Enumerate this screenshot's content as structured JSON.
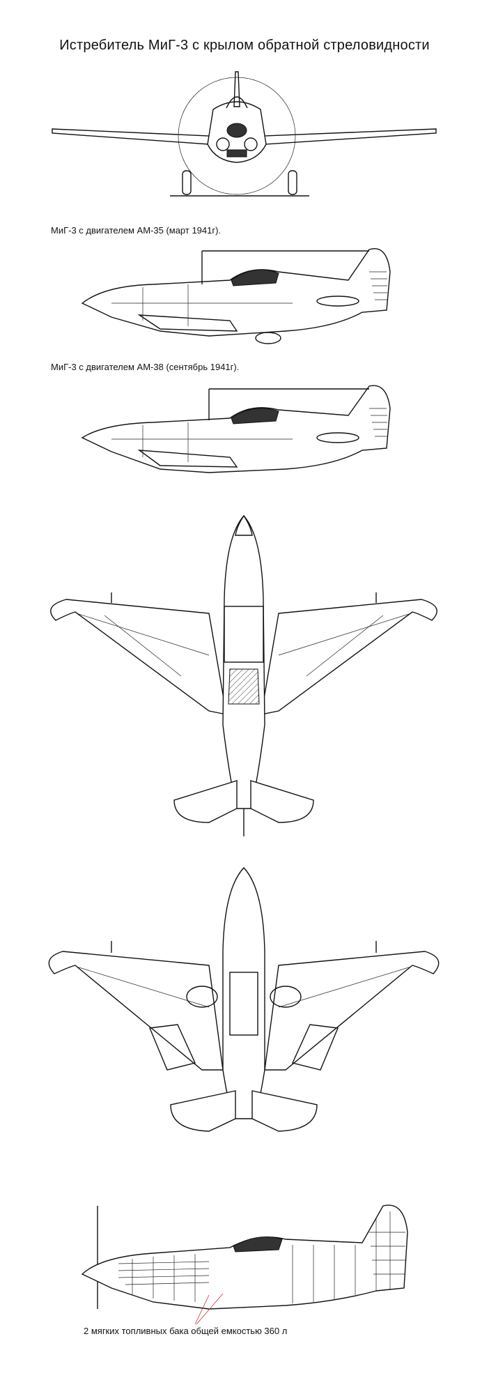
{
  "title": "Истребитель МиГ-3 с крылом обратной стреловидности",
  "captions": {
    "am35": "МиГ-3 с двигателем АМ-35 (март 1941г).",
    "am38": "МиГ-3 с двигателем АМ-38 (сентябрь  1941г)."
  },
  "footnote": "2 мягких топливных бака общей емкостью 360 л"
}
